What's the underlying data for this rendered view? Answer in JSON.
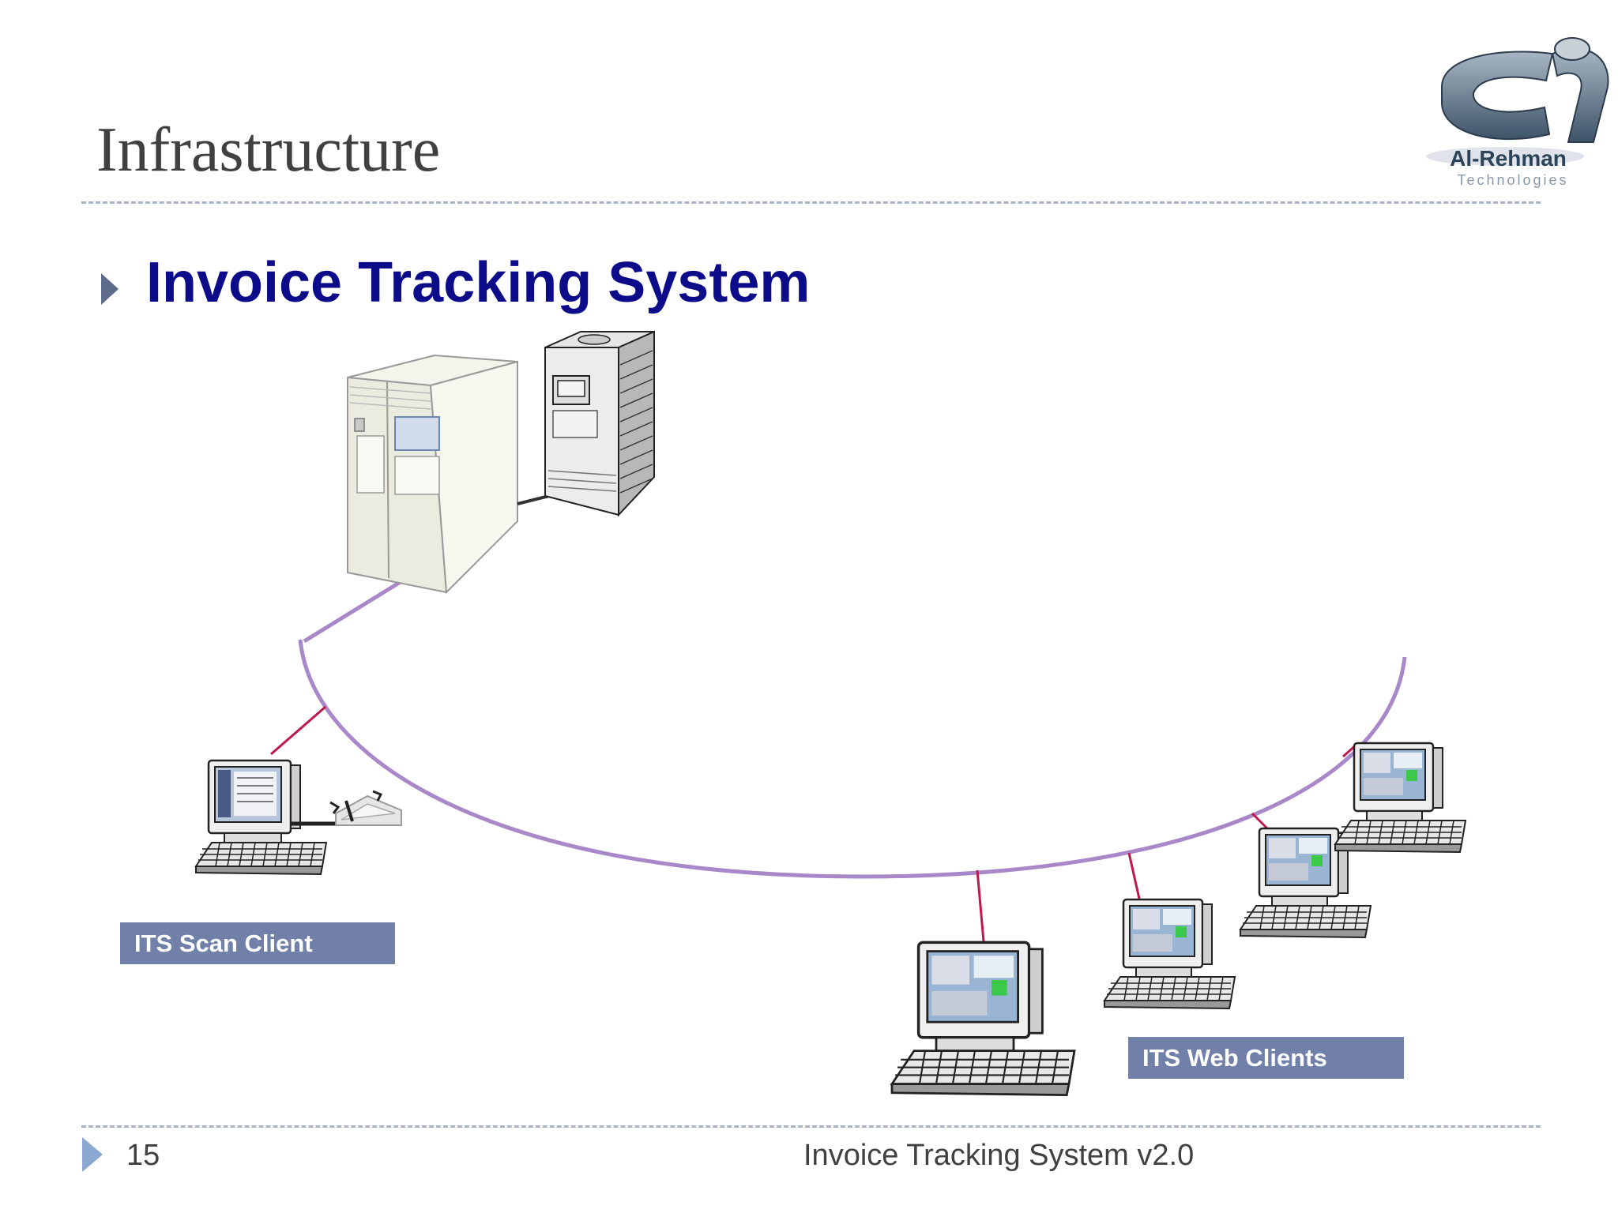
{
  "slide": {
    "title": "Infrastructure",
    "bullet": "Invoice Tracking System"
  },
  "labels": {
    "scan_client": "ITS Scan Client",
    "web_clients": "ITS Web Clients"
  },
  "footer": {
    "page_number": "15",
    "text": "Invoice Tracking System v2.0"
  },
  "logo": {
    "name": "Al-Rehman",
    "tagline": "Technologies"
  },
  "colors": {
    "title": "#404040",
    "bullet_text": "#0c0c8a",
    "network_ring": "#a888c8",
    "drop_lines": "#c0184a",
    "label_fill": "#7080a8"
  },
  "icons": {
    "bullet": "triangle-right-icon",
    "footer": "triangle-right-icon"
  }
}
